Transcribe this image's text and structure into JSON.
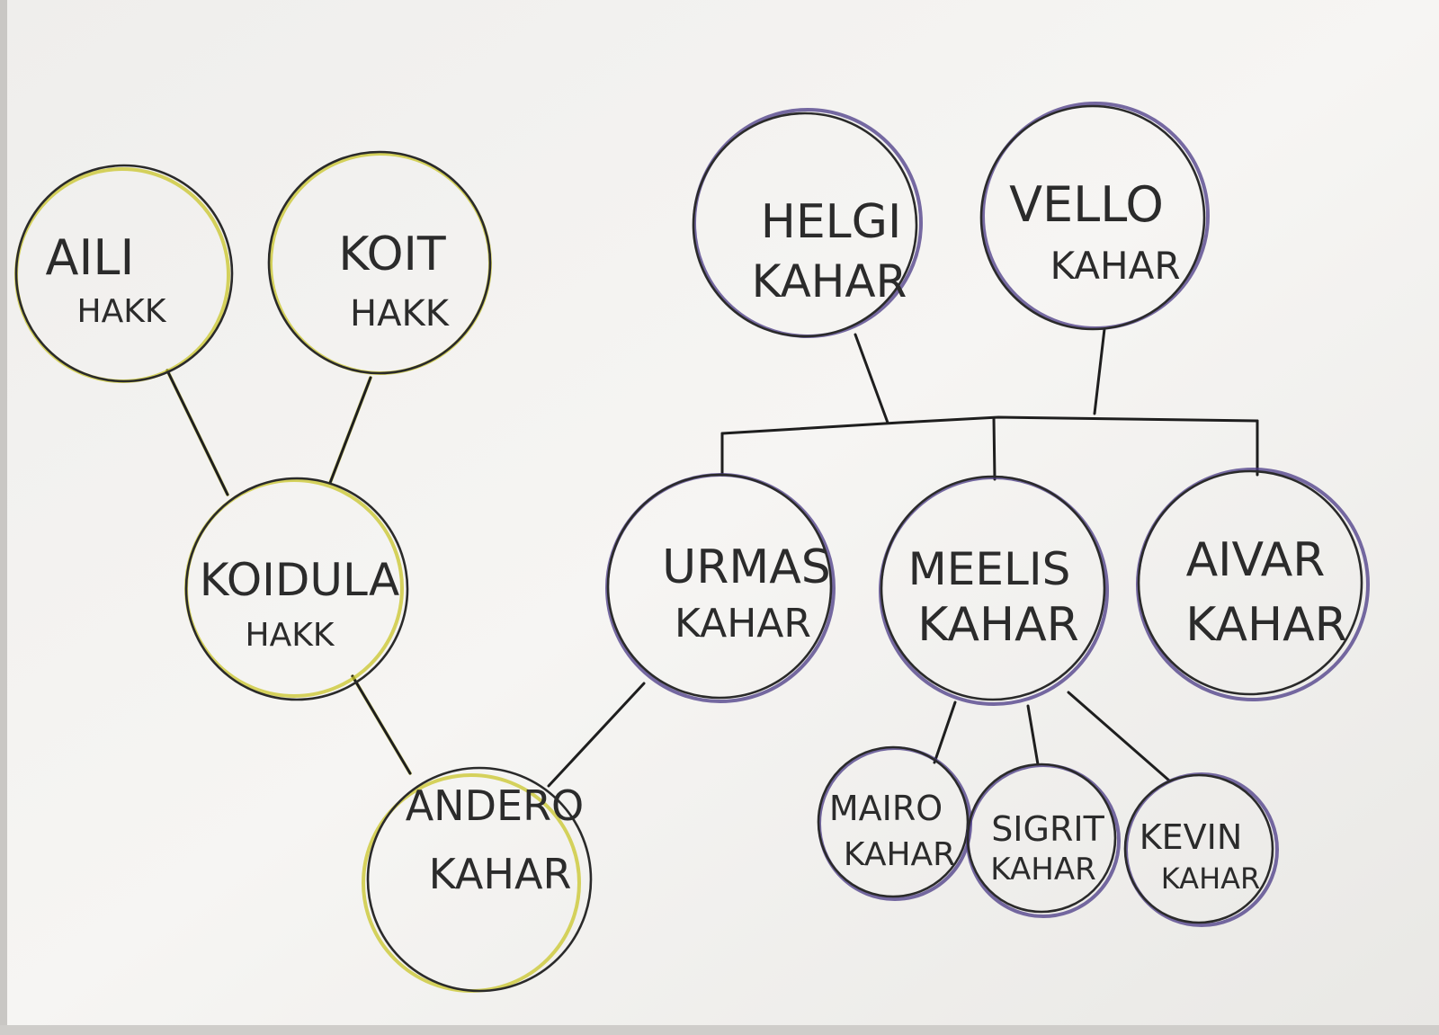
{
  "colors": {
    "paper": "#f4f3f1",
    "paper_shadow": "#e7e6e3",
    "ink": "#2a2a2a",
    "hakk_family": "#c9c62a",
    "kahar_family": "#4a3a86"
  },
  "people": {
    "aili": {
      "first": "AILI",
      "last": "HAKK",
      "family": "hakk"
    },
    "koit": {
      "first": "KOIT",
      "last": "HAKK",
      "family": "hakk"
    },
    "koidula": {
      "first": "KOIDULA",
      "last": "HAKK",
      "family": "hakk"
    },
    "andero": {
      "first": "ANDERO",
      "last": "KAHAR",
      "family": "hakk"
    },
    "helgi": {
      "first": "HELGI",
      "last": "KAHAR",
      "family": "kahar"
    },
    "vello": {
      "first": "VELLO",
      "last": "KAHAR",
      "family": "kahar"
    },
    "urmas": {
      "first": "URMAS",
      "last": "KAHAR",
      "family": "kahar"
    },
    "meelis": {
      "first": "MEELIS",
      "last": "KAHAR",
      "family": "kahar"
    },
    "aivar": {
      "first": "AIVAR",
      "last": "KAHAR",
      "family": "kahar"
    },
    "mairo": {
      "first": "MAIRO",
      "last": "KAHAR",
      "family": "kahar"
    },
    "sigrit": {
      "first": "SIGRIT",
      "last": "KAHAR",
      "family": "kahar"
    },
    "kevin": {
      "first": "KEVIN",
      "last": "KAHAR",
      "family": "kahar"
    }
  }
}
